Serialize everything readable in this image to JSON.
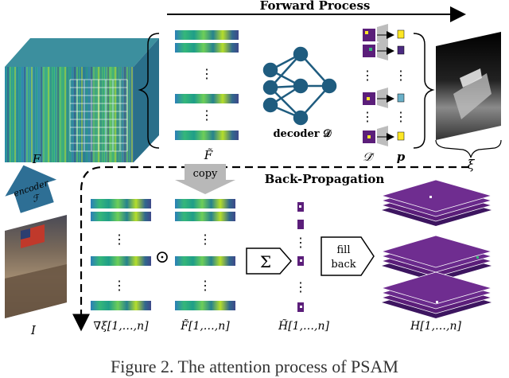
{
  "forward_process_label": "Forward Process",
  "back_propagation_label": "Back-Propagation",
  "feature_map_label": "F",
  "feature_vectors_label": "F̃",
  "decoder_label": "decoder 𝒟",
  "decoded_set_label": "𝒟̃",
  "prediction_label": "p",
  "saliency_label": "ξ",
  "copy_label": "copy",
  "encoder_label": "encoder",
  "encoder_symbol": "ℱ",
  "image_label": "I",
  "gradient_label": "∇ξ[1,…,n]",
  "masked_features_label": "F̃[1,…,n]",
  "hadamard_symbol": "⊙",
  "sum_symbol": "Σ",
  "heat_label": "H̃[1,…,n]",
  "fill_back_line1": "fill",
  "fill_back_line2": "back",
  "output_label": "H[1,…,n]",
  "vertical_dots": "⋮",
  "caption": "Figure 2. The attention process of PSAM",
  "colors": {
    "arrow_blue": "#2e6f95",
    "network_blue": "#1f5c7f",
    "copy_gray": "#b8b8b8",
    "viridis_purple": "#5b1e7a",
    "viridis_green": "#35b779",
    "viridis_yellow": "#fde725"
  }
}
